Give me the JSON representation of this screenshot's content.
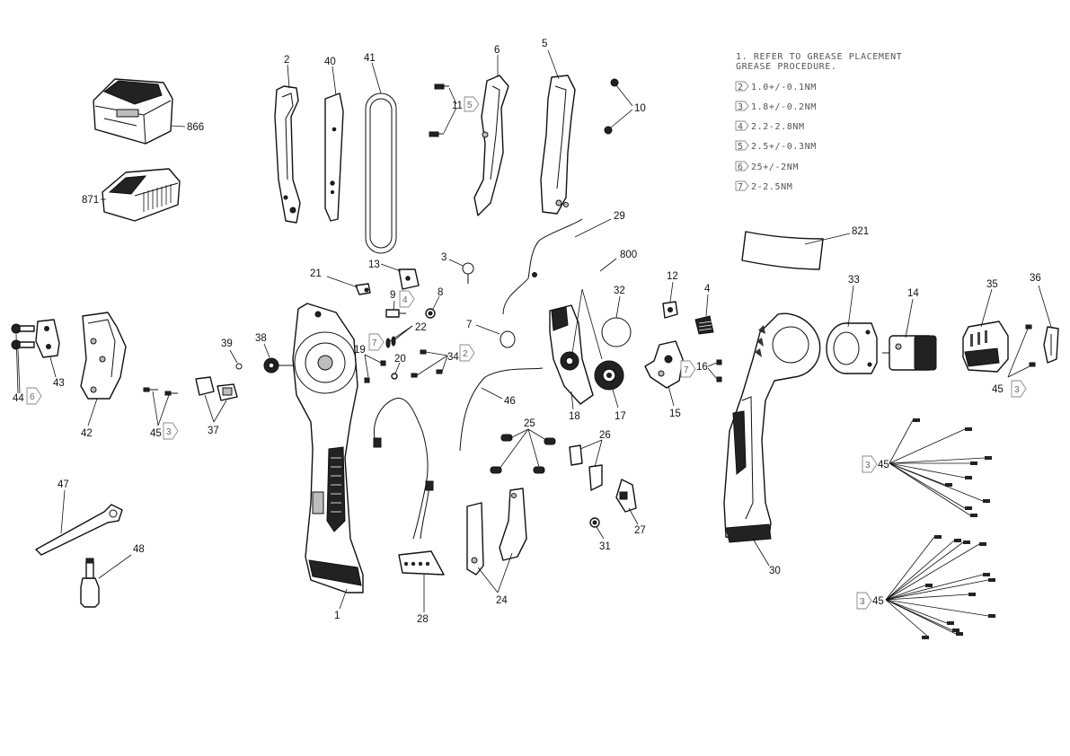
{
  "notes": {
    "title_line1": "1. REFER TO GREASE PLACEMENT",
    "title_line2": "GREASE PROCEDURE.",
    "torque_specs": [
      {
        "tag": "2",
        "value": "1.0+/-0.1NM"
      },
      {
        "tag": "3",
        "value": "1.8+/-0.2NM"
      },
      {
        "tag": "4",
        "value": "2.2-2.8NM"
      },
      {
        "tag": "5",
        "value": "2.5+/-0.3NM"
      },
      {
        "tag": "6",
        "value": "25+/-2NM"
      },
      {
        "tag": "7",
        "value": "2-2.5NM"
      }
    ]
  },
  "callouts": {
    "p1": "1",
    "p2": "2",
    "p3": "3",
    "p4": "4",
    "p5": "5",
    "p6": "6",
    "p7": "7",
    "p8": "8",
    "p9": "9",
    "p10": "10",
    "p11": "11",
    "p12": "12",
    "p13": "13",
    "p14": "14",
    "p15": "15",
    "p16": "16",
    "p17": "17",
    "p18": "18",
    "p19": "19",
    "p20": "20",
    "p21": "21",
    "p22": "22",
    "p24": "24",
    "p25": "25",
    "p26": "26",
    "p27": "27",
    "p28": "28",
    "p29": "29",
    "p30": "30",
    "p31": "31",
    "p32": "32",
    "p33": "33",
    "p34": "34",
    "p35": "35",
    "p36": "36",
    "p37": "37",
    "p38": "38",
    "p39": "39",
    "p40": "40",
    "p41": "41",
    "p42": "42",
    "p43": "43",
    "p44": "44",
    "p45": "45",
    "p46": "46",
    "p47": "47",
    "p48": "48",
    "p800": "800",
    "p821": "821",
    "p866": "866",
    "p871": "871"
  },
  "torque_tags": {
    "t2": "2",
    "t3": "3",
    "t4": "4",
    "t5": "5",
    "t6": "6",
    "t7": "7"
  }
}
